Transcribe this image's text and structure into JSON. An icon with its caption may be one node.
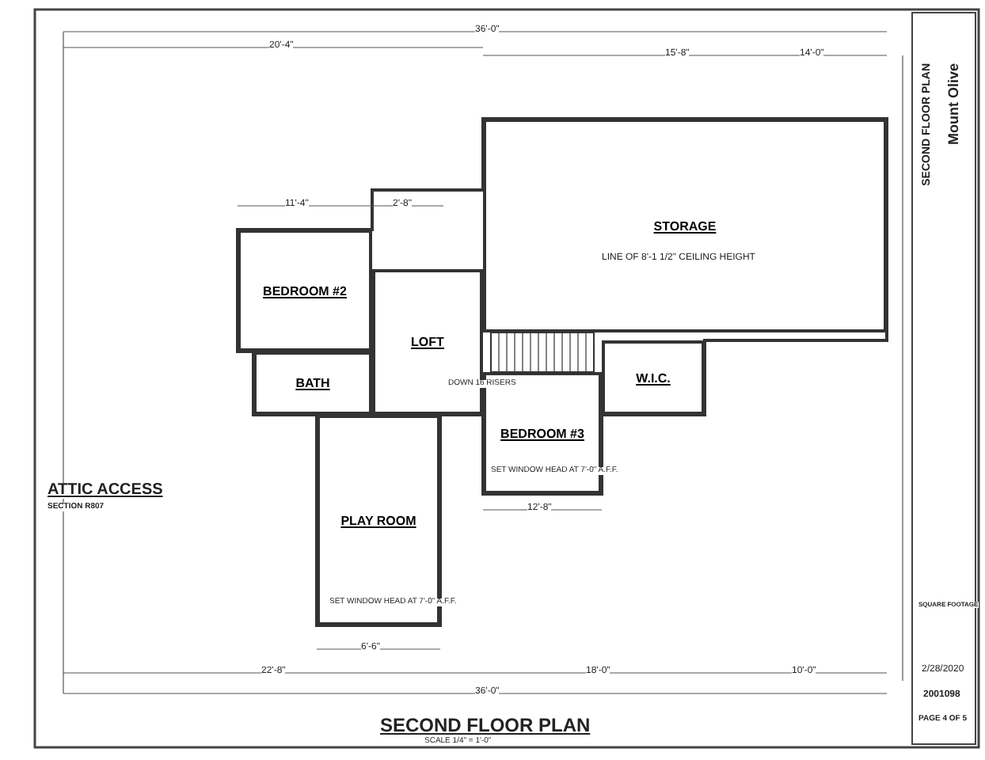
{
  "diagram": {
    "title": "SECOND FLOOR PLAN",
    "nodes": [
      {
        "text": [
          "STORAGE"
        ]
      },
      {
        "text": [
          "BEDROOM #2"
        ]
      },
      {
        "text": [
          "LOFT"
        ]
      },
      {
        "text": [
          "BATH"
        ]
      },
      {
        "text": [
          "W.I.C."
        ]
      },
      {
        "text": [
          "BEDROOM #3"
        ]
      },
      {
        "text": [
          "PLAY ROOM"
        ]
      }
    ],
    "edges": [],
    "labels": [
      "36'-0\"",
      "20'-4\"",
      "15'-8\"",
      "14'-0\"",
      "11'-4\"",
      "2'-8\"",
      "LINE OF 8'-1 1/2\" CEILING HEIGHT",
      "DOWN 16 RISERS",
      "ATTIC ACCESS",
      "SECTION R807",
      "SET WINDOW HEAD AT 7'-0\" A.F.F.",
      "SET WINDOW HEAD AT 7'-0\" A.F.F.",
      "12'-8\"",
      "6'-6\"",
      "22'-8\"",
      "18'-0\"",
      "10'-0\"",
      "36'-0\"",
      "SCALE 1/4\" = 1'-0\"",
      "SECOND FLOOR PLAN",
      "Mount Olive",
      "SQUARE FOOTAGE",
      "2/28/2020",
      "2001098",
      "PAGE 4 OF 5"
    ]
  }
}
